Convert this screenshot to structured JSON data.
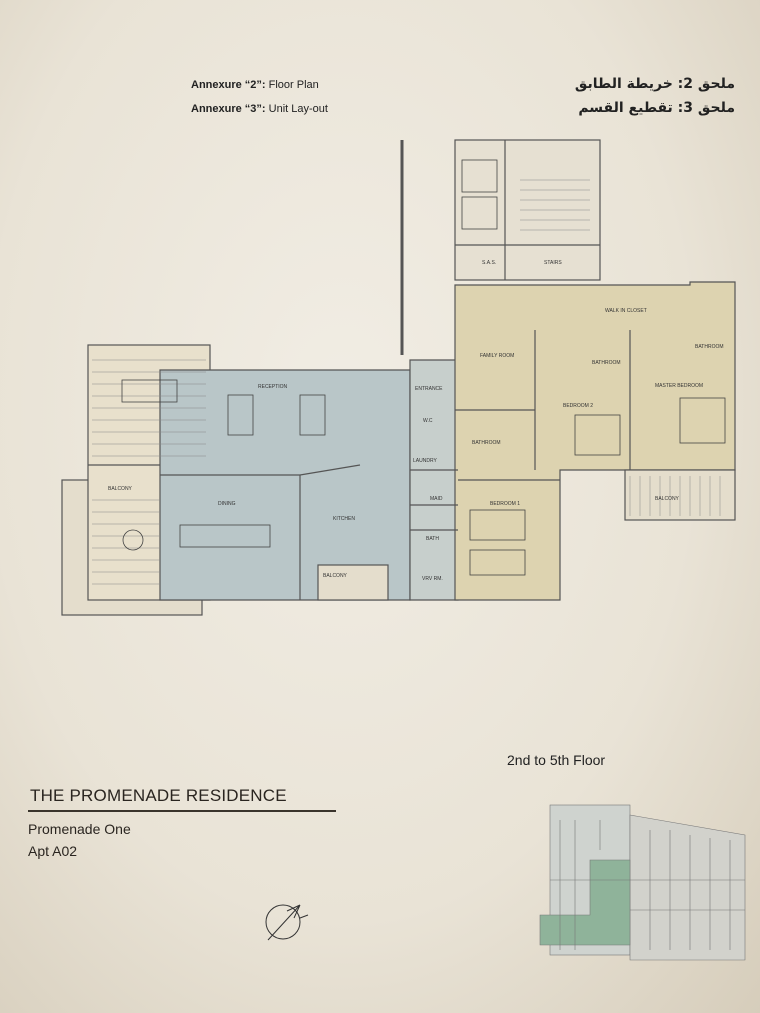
{
  "header": {
    "annexure2_label": "Annexure “2”:",
    "annexure2_title": "Floor Plan",
    "annexure3_label": "Annexure “3”:",
    "annexure3_title": "Unit Lay-out",
    "arabic2": "ملحق 2: خريطة الطابق",
    "arabic3": "ملحق 3: تقطيع القسم"
  },
  "plan": {
    "rooms": {
      "balcony_left": "BALCONY",
      "reception": "RECEPTION",
      "dining": "DINING",
      "kitchen": "KITCHEN",
      "balcony_bottom": "BALCONY",
      "entrance": "ENTRANCE",
      "wc": "W.C",
      "laundry": "LAUNDRY",
      "maid": "MAID",
      "bath": "BATH",
      "vrv": "VRV RM.",
      "sas": "S.A.S.",
      "stairs": "STAIRS",
      "family_room": "FAMILY ROOM",
      "bathroom1": "BATHROOM",
      "bedroom1": "BEDROOM 1",
      "bedroom2": "BEDROOM 2",
      "bathroom2": "BATHROOM",
      "walk_in_closet": "WALK IN CLOSET",
      "bathroom3": "BATHROOM",
      "master_bedroom": "MASTER BEDROOM",
      "balcony_master": "BALCONY"
    },
    "colors": {
      "living": "#b9c6c8",
      "private": "#ddd3b0",
      "paper": "#ece7db",
      "key_highlight": "#8fb39a"
    }
  },
  "footer": {
    "floor_range": "2nd to 5th Floor",
    "project": "THE PROMENADE RESIDENCE",
    "building": "Promenade One",
    "apartment": "Apt A02"
  }
}
